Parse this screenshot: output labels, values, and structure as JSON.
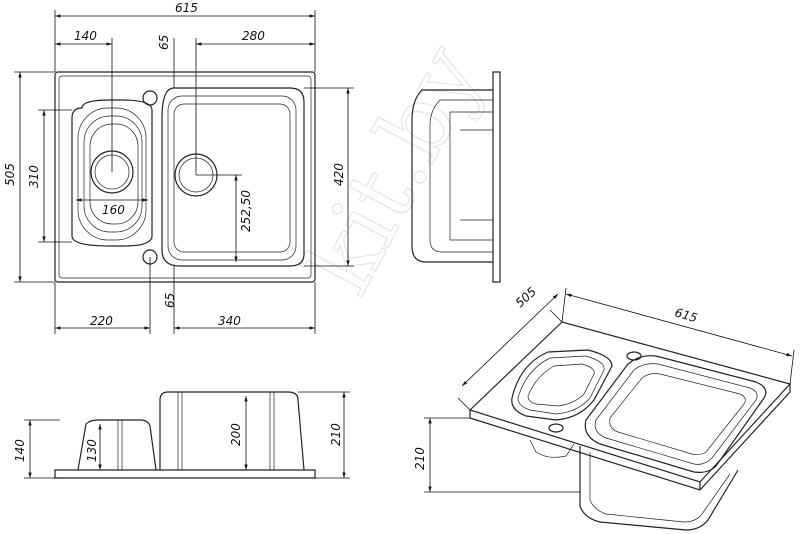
{
  "dimensions": {
    "top_width": "615",
    "small_bowl_center": "140",
    "hole_offset_top": "65",
    "big_bowl_center": "280",
    "overall_depth": "505",
    "small_bowl_length": "310",
    "big_bowl_length": "420",
    "small_bowl_width": "160",
    "bowl_offset": "252,50",
    "small_section_width": "220",
    "hole_offset_bottom": "65",
    "big_section_width": "340",
    "flange_height": "140",
    "small_bowl_depth": "130",
    "big_bowl_depth": "200",
    "total_height": "210",
    "iso_depth": "505",
    "iso_width": "615",
    "iso_height": "210"
  },
  "watermark": "kit.by"
}
